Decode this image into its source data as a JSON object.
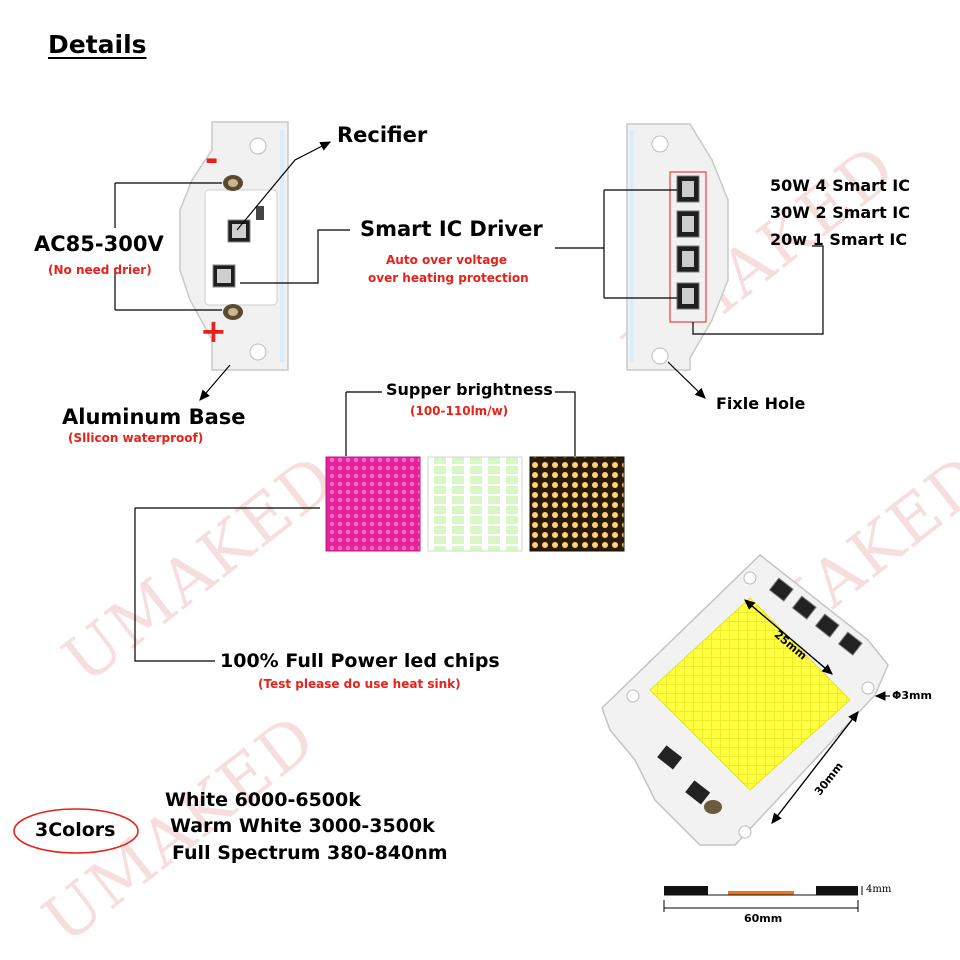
{
  "title": "Details",
  "watermark": "UMAKED",
  "left_module": {
    "rectifier_label": "Recifier",
    "voltage_label": "AC85-300V",
    "voltage_note": "(No need drier)",
    "minus_mark": "-",
    "plus_mark": "+",
    "smart_ic_label": "Smart IC Driver",
    "smart_ic_note_1": "Auto over voltage",
    "smart_ic_note_2": "over heating protection",
    "base_label": "Aluminum Base",
    "base_note": "(Sllicon waterproof)"
  },
  "right_module": {
    "ic_lines": [
      "50W 4 Smart IC",
      "30W 2 Smart IC",
      "20w 1 Smart IC"
    ],
    "hole_label": "Fixle Hole"
  },
  "brightness": {
    "label": "Supper brightness",
    "note": "(100-110lm/w)",
    "swatch_colors": [
      "#f03aa8",
      "#d9f7c6",
      "#ffcf70"
    ]
  },
  "chips": {
    "label": "100% Full Power led chips",
    "note": "(Test please do use heat sink)"
  },
  "colors": {
    "badge": "3Colors",
    "lines": [
      "White 6000-6500k",
      "Warm White 3000-3500k",
      "Full Spectrum 380-840nm"
    ]
  },
  "dimensions": {
    "hole": "Φ3mm",
    "side_a": "25mm",
    "side_b": "30mm",
    "length": "60mm",
    "thickness": "4mm"
  },
  "accent_red": "#e8211a"
}
